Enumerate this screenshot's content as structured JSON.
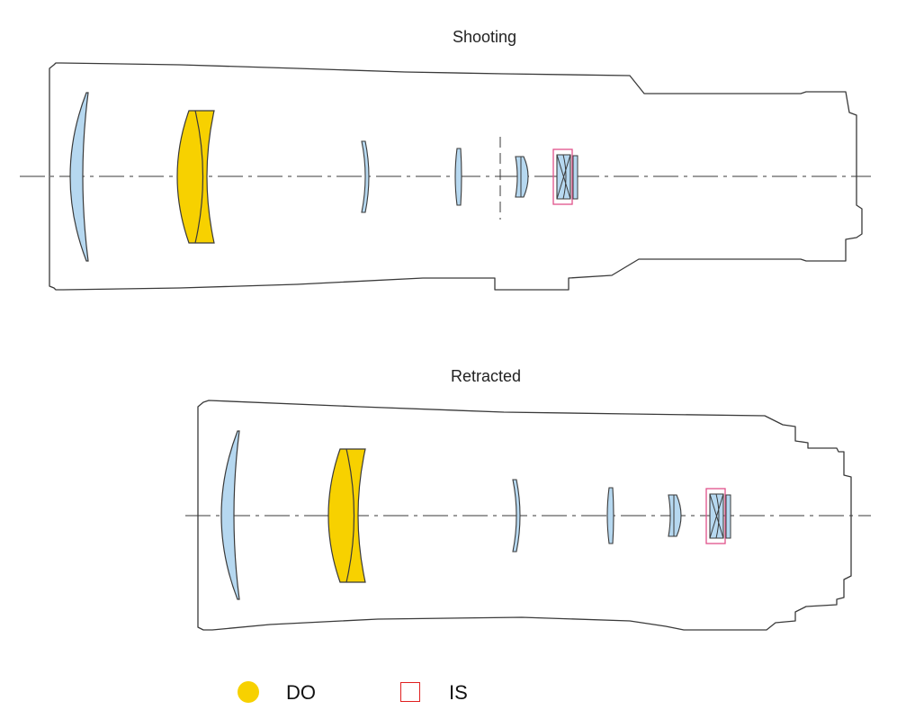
{
  "labels": {
    "shooting": "Shooting",
    "retracted": "Retracted"
  },
  "legend": {
    "do_label": "DO",
    "is_label": "IS"
  },
  "colors": {
    "outline": "#3a3a3a",
    "axis": "#3a3a3a",
    "lens_fill": "#b6d8f0",
    "do_fill": "#f7d100",
    "is_box": "#e0508a",
    "legend_is": "#e02020"
  }
}
